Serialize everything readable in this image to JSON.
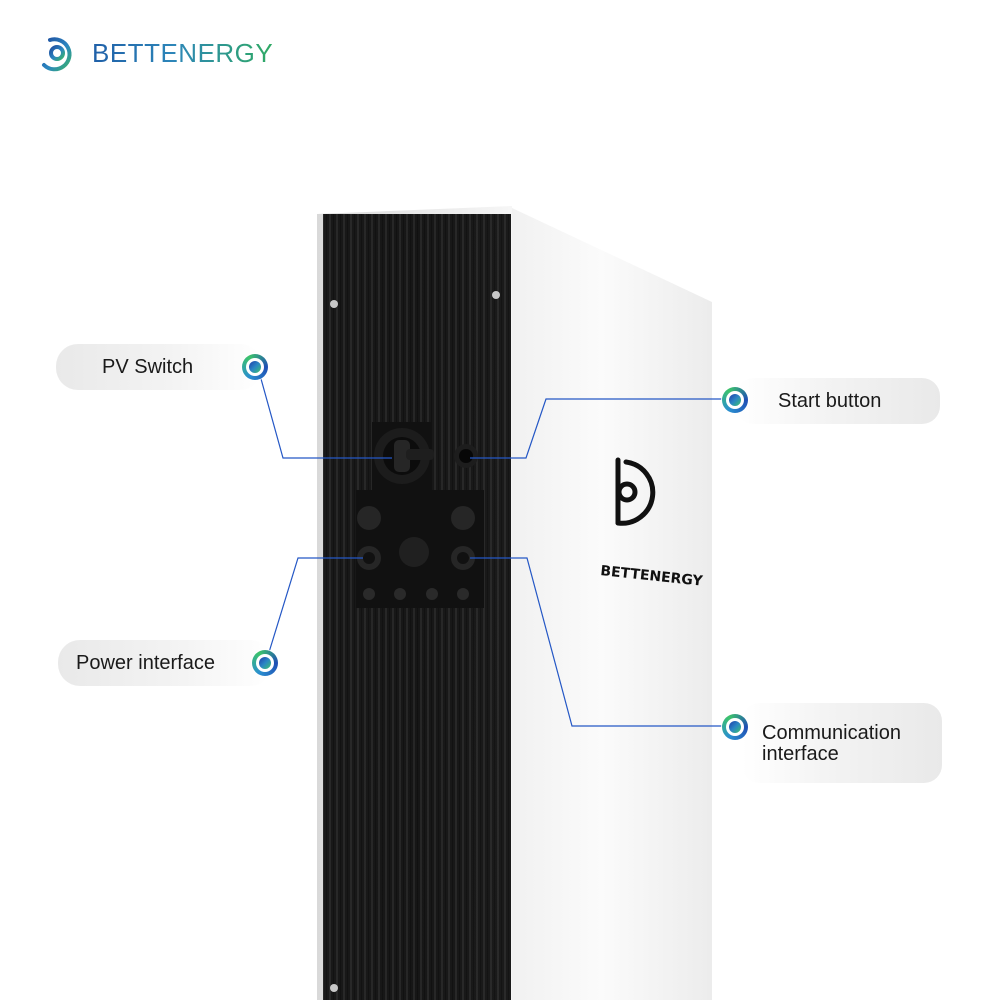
{
  "brand": {
    "name": "BETTENERGY",
    "logo_icon": "bettenergy-logo-icon"
  },
  "product": {
    "side_brand_text": "BETTENERGY",
    "side_logo_icon": "bettenergy-logo-icon"
  },
  "callouts": {
    "pv_switch": "PV Switch",
    "start_button": "Start button",
    "power_interface": "Power interface",
    "communication_interface_line1": "Communication",
    "communication_interface_line2": "interface"
  },
  "colors": {
    "brand_blue": "#1f5fa8",
    "brand_green": "#2faa63",
    "leader_line": "#2457c5",
    "panel_black": "#171717",
    "body_white": "#f7f7f7"
  }
}
